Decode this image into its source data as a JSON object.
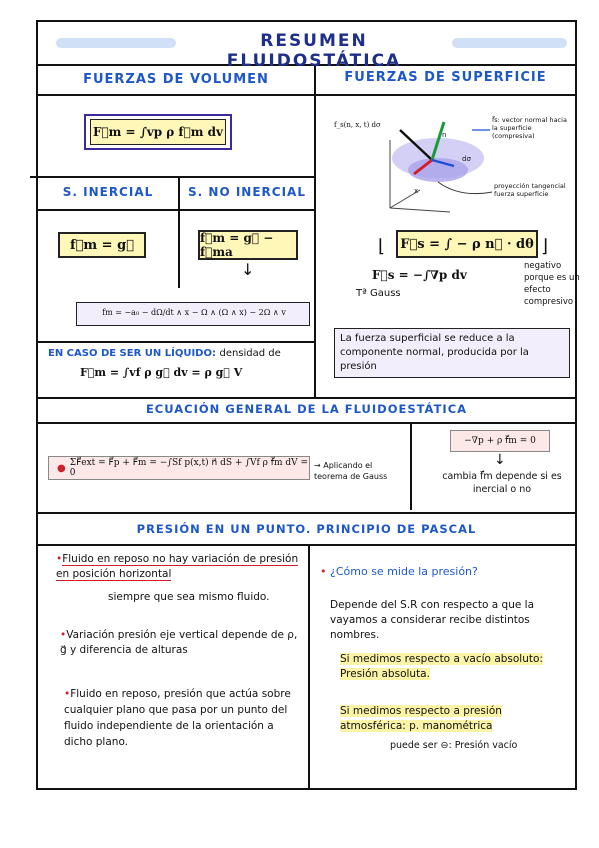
{
  "title": "RESUMEN FLUIDOSTÁTICA",
  "sections": {
    "volumen": {
      "heading": "FUERZAS DE VOLUMEN",
      "main_formula": "F⃗m = ∫vp ρ f⃗m dv",
      "inertial_heading": "S. INERCIAL",
      "inertial_formula": "f⃗m = g⃗",
      "noninertial_heading": "S. NO INERCIAL",
      "noninertial_formula": "f⃗m = g⃗ − f⃗ma",
      "long_formula": "fm = −a₀ − dΩ/dt ∧ x − Ω ∧ (Ω ∧ x) − 2Ω ∧ v",
      "liquid_label": "EN CASO DE SER UN LÍQUIDO:",
      "liquid_text": "densidad de",
      "liquid_formula": "F⃗m = ∫vf ρ g⃗ dv = ρ g⃗ V"
    },
    "superficie": {
      "heading": "FUERZAS DE SUPERFICIE",
      "diagram": {
        "f_label": "f_s(n, x, t) dσ",
        "n_vec": "n",
        "dsigma": "dσ",
        "axis_x": "x",
        "note_normal": "f⃗s: vector normal hacia la superficie (compresiva)",
        "note_tangent": "proyección tangencial fuerza superficie"
      },
      "main_formula": "F⃗s = ∫ − ρ n⃗ · dθ",
      "gauss_formula": "F⃗s = −∫∇p dv",
      "gauss_label": "Tª Gauss",
      "negative_note": "negativo porque es un efecto compresivo",
      "summary": "La fuerza superficial se reduce a la componente normal, producida por la presión"
    },
    "ecuacion": {
      "heading": "ECUACIÓN GENERAL DE LA FLUIDOESTÁTICA",
      "formula": "ΣF⃗ext = F⃗p + F⃗m = −∫Sf p(x,t) n⃗ dS + ∫Vf ρ f⃗m dV = 0",
      "arrow_note": "Aplicando el teorema de Gauss",
      "local_formula": "−∇p + ρ f⃗m = 0",
      "local_note": "cambia f⃗m depende si es inercial o no"
    },
    "pascal": {
      "heading": "PRESIÓN EN UN PUNTO. PRINCIPIO DE PASCAL",
      "left": [
        "Fluido en reposo no hay variación de presión en posición horizontal",
        "siempre que sea mismo fluido.",
        "Variación presión eje vertical depende de ρ, g⃗ y diferencia de alturas",
        "Fluido en reposo, presión que actúa sobre cualquier plano que pasa por un punto del fluido independiente de la orientación a dicho plano."
      ],
      "right_q": "¿Cómo se mide la presión?",
      "right": [
        "Depende del S.R con respecto a que la vayamos a considerar recibe distintos nombres.",
        "Si medimos respecto a vacío absoluto: Presión absoluta.",
        "Si medimos respecto a presión atmosférica: p. manométrica",
        "puede ser ⊖: Presión vacío"
      ]
    }
  },
  "colors": {
    "heading_blue": "#1d57c8",
    "yellow": "#fff7b8",
    "lavender": "#f2eefc",
    "pink": "#fde8e8",
    "red": "#d01f2a"
  }
}
